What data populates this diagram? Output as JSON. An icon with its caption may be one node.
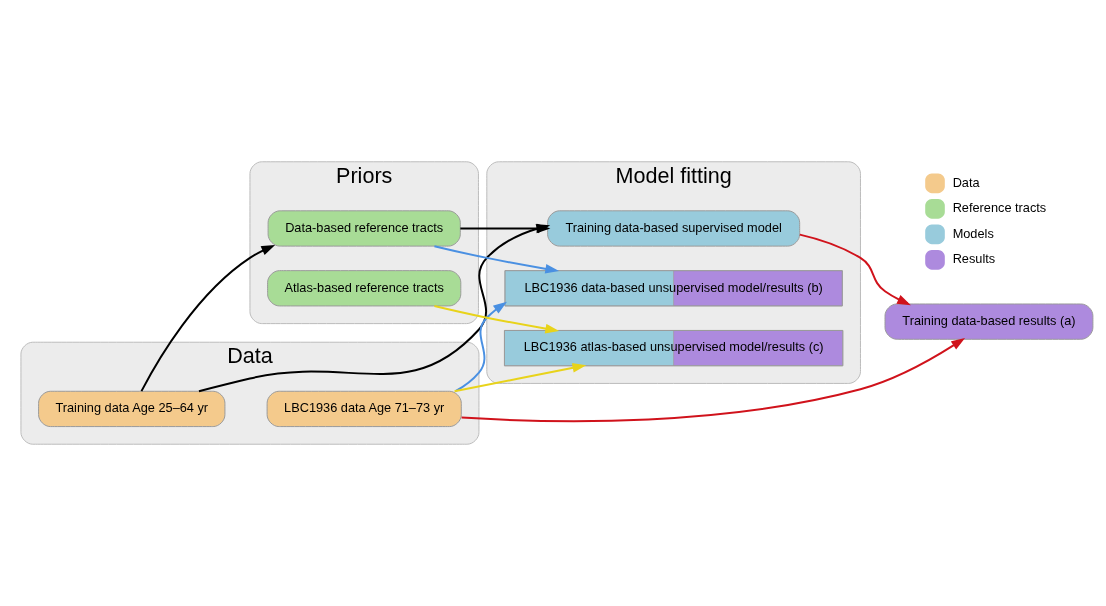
{
  "diagram": {
    "nodes": [
      {
        "text": [
          "Data"
        ]
      },
      {
        "text": [
          "Priors"
        ]
      },
      {
        "text": [
          "Model fitting"
        ]
      },
      {
        "text": [
          "Training data Age 25–64 yr"
        ],
        "in": 0
      },
      {
        "text": [
          "LBC1936 data Age 71–73 yr"
        ],
        "in": 0
      },
      {
        "text": [
          "Data-based reference tracts"
        ],
        "in": 1
      },
      {
        "text": [
          "Atlas-based reference tracts"
        ],
        "in": 1
      },
      {
        "text": [
          "Training data-based supervised model"
        ],
        "in": 2
      },
      {
        "text": [
          "LBC1936 data-based unsupervised model/results (b)"
        ],
        "in": 2
      },
      {
        "text": [
          "LBC1936 atlas-based unsupervised model/results (c)"
        ],
        "in": 2
      },
      {
        "text": [
          "Training data-based results (a)"
        ]
      }
    ],
    "edges": [
      {
        "from": 3,
        "to": 7,
        "arrow": "to"
      },
      {
        "from": 3,
        "to": 5,
        "arrow": "to"
      },
      {
        "from": 5,
        "to": 7,
        "arrow": "to"
      },
      {
        "from": 7,
        "to": 10,
        "arrow": "to",
        "color": "#d0121b"
      },
      {
        "from": 4,
        "to": 10,
        "arrow": "to",
        "color": "#d0121b"
      },
      {
        "from": 5,
        "to": 8,
        "arrow": "to",
        "color": "#4a90e2"
      },
      {
        "from": 4,
        "to": 8,
        "arrow": "to",
        "color": "#4a90e2"
      },
      {
        "from": 4,
        "to": 9,
        "arrow": "to",
        "color": "#e8d31a"
      },
      {
        "from": 6,
        "to": 9,
        "arrow": "to",
        "color": "#e8d31a"
      }
    ],
    "legend": [
      {
        "text": "Data",
        "color": "#f4ca8c"
      },
      {
        "text": "Reference tracts",
        "color": "#a8dc96"
      },
      {
        "text": "Models",
        "color": "#98cbdc"
      },
      {
        "text": "Results",
        "color": "#ad8ade"
      }
    ]
  }
}
